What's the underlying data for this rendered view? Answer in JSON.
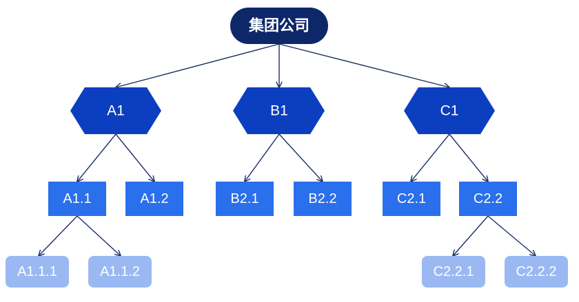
{
  "colors": {
    "root": "#0d2769",
    "level1": "#0b3fbf",
    "level2": "#2a6fec",
    "level3": "#9ab9f3",
    "edge": "#1b2f63"
  },
  "nodes": {
    "root": {
      "label": "集团公司"
    },
    "a1": {
      "label": "A1"
    },
    "b1": {
      "label": "B1"
    },
    "c1": {
      "label": "C1"
    },
    "a11": {
      "label": "A1.1"
    },
    "a12": {
      "label": "A1.2"
    },
    "b21": {
      "label": "B2.1"
    },
    "b22": {
      "label": "B2.2"
    },
    "c21": {
      "label": "C2.1"
    },
    "c22": {
      "label": "C2.2"
    },
    "a111": {
      "label": "A1.1.1"
    },
    "a112": {
      "label": "A1.1.2"
    },
    "c221": {
      "label": "C2.2.1"
    },
    "c222": {
      "label": "C2.2.2"
    }
  },
  "edges": [
    {
      "from": "root",
      "to": "a1"
    },
    {
      "from": "root",
      "to": "b1"
    },
    {
      "from": "root",
      "to": "c1"
    },
    {
      "from": "a1",
      "to": "a11"
    },
    {
      "from": "a1",
      "to": "a12"
    },
    {
      "from": "b1",
      "to": "b21"
    },
    {
      "from": "b1",
      "to": "b22"
    },
    {
      "from": "c1",
      "to": "c21"
    },
    {
      "from": "c1",
      "to": "c22"
    },
    {
      "from": "a11",
      "to": "a111"
    },
    {
      "from": "a11",
      "to": "a112"
    },
    {
      "from": "c22",
      "to": "c221"
    },
    {
      "from": "c22",
      "to": "c222"
    }
  ]
}
